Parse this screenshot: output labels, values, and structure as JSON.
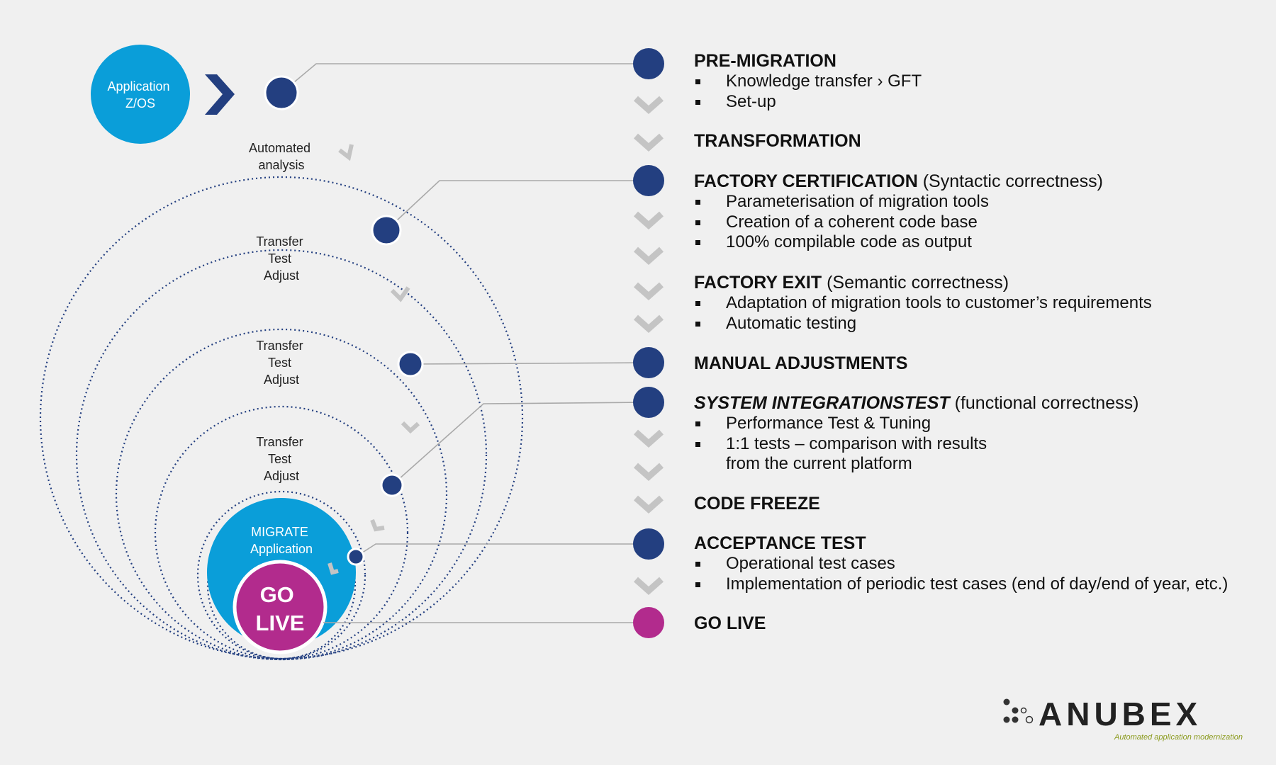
{
  "colors": {
    "navy": "#233f80",
    "cyan": "#0a9ed9",
    "magenta": "#b22b8d",
    "chevron_gray": "#c4c4c4",
    "connector_gray": "#a9a9a9",
    "text": "#111111",
    "logo_green": "#8a9a1c"
  },
  "diagram": {
    "source_label": [
      "Application",
      "Z/OS"
    ],
    "analysis_label": [
      "Automated",
      "analysis"
    ],
    "loop_label": [
      "Transfer",
      "Test",
      "Adjust"
    ],
    "migrate_label": [
      "MIGRATE",
      "Application"
    ],
    "golive_label": [
      "GO",
      "LIVE"
    ]
  },
  "phases": [
    {
      "title": "PRE-MIGRATION",
      "note": "",
      "italic": false,
      "bullets": [
        "Knowledge transfer › GFT",
        "Set-up"
      ]
    },
    {
      "title": "TRANSFORMATION",
      "note": "",
      "italic": false,
      "bullets": []
    },
    {
      "title": "FACTORY CERTIFICATION",
      "note": " (Syntactic correctness)",
      "italic": false,
      "bullets": [
        "Parameterisation of migration tools",
        "Creation of a coherent code base",
        "100% compilable code as output"
      ]
    },
    {
      "title": "FACTORY EXIT",
      "note": " (Semantic correctness)",
      "italic": false,
      "bullets": [
        "Adaptation of migration tools to customer’s requirements",
        "Automatic testing"
      ]
    },
    {
      "title": "MANUAL ADJUSTMENTS",
      "note": "",
      "italic": false,
      "bullets": []
    },
    {
      "title": "SYSTEM INTEGRATIONSTEST",
      "note": " (functional correctness)",
      "italic": true,
      "bullets": [
        "Performance Test & Tuning",
        "1:1 tests – comparison with results|from the current platform"
      ]
    },
    {
      "title": "CODE FREEZE",
      "note": "",
      "italic": false,
      "bullets": []
    },
    {
      "title": "ACCEPTANCE TEST",
      "note": "",
      "italic": false,
      "bullets": [
        "Operational test cases",
        "Implementation of periodic test cases (end of day/end of year, etc.)"
      ]
    },
    {
      "title": "GO LIVE",
      "note": "",
      "italic": false,
      "bullets": []
    }
  ],
  "timeline_markers": [
    "navy",
    "chevron",
    "chevron",
    "navy",
    "chevron",
    "chevron",
    "chevron",
    "chevron",
    "navy",
    "navy",
    "chevron",
    "chevron",
    "chevron",
    "navy",
    "chevron",
    "magenta"
  ],
  "logo": {
    "word": "ANUBEX",
    "tagline": "Automated application modernization"
  }
}
